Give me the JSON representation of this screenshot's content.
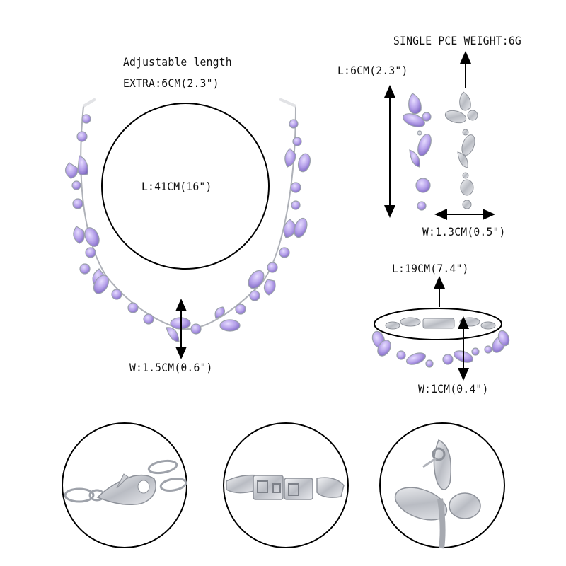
{
  "necklace": {
    "adjustable_title": "Adjustable length",
    "extra_label": "EXTRA:6CM(2.3\")",
    "length_label": "L:41CM(16\")",
    "width_label": "W:1.5CM(0.6\")"
  },
  "earring": {
    "weight_label": "SINGLE PCE WEIGHT:6G",
    "length_label": "L:6CM(2.3\")",
    "width_label": "W:1.3CM(0.5\")"
  },
  "bracelet": {
    "length_label": "L:19CM(7.4\")",
    "width_label": "W:1CM(0.4\")"
  },
  "details": [
    {
      "name": "lobster-clasp-closeup"
    },
    {
      "name": "fold-over-clasp-closeup"
    },
    {
      "name": "earring-back-closeup"
    }
  ],
  "colors": {
    "gem": "#b9a6e8",
    "gem_dark": "#8a73c9",
    "metal": "#c9cbd0",
    "outline": "#000000"
  }
}
